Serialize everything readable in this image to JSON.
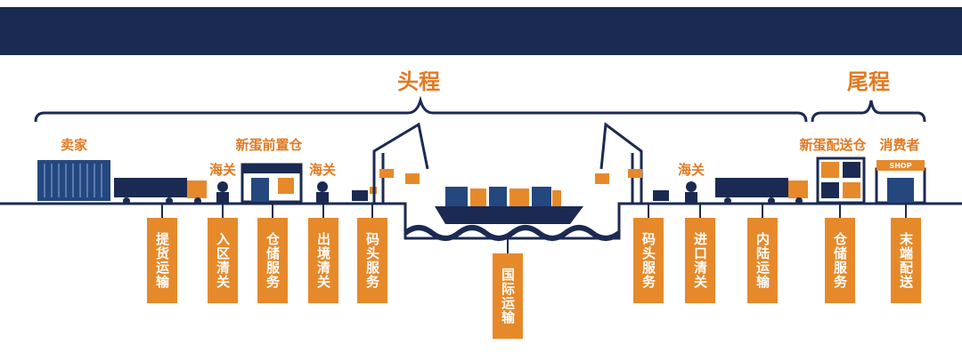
{
  "header": {
    "title": ""
  },
  "stages": {
    "head": "头程",
    "tail": "尾程"
  },
  "places": {
    "seller": "卖家",
    "pre_warehouse": "新蛋前置仓",
    "customs_left": "海关",
    "customs_mid": "海关",
    "customs_right": "海关",
    "delivery_warehouse": "新蛋配送仓",
    "consumer": "消费者",
    "shop_sign": "SHOP"
  },
  "services": [
    "提货运输",
    "入区清关",
    "仓储服务",
    "出境清关",
    "码头服务",
    "国际运输",
    "码头服务",
    "进口清关",
    "内陆运输",
    "仓储服务",
    "末端配送"
  ],
  "colors": {
    "navy": "#1b2a52",
    "orange": "#e6892b",
    "label_orange": "#e07a22"
  }
}
